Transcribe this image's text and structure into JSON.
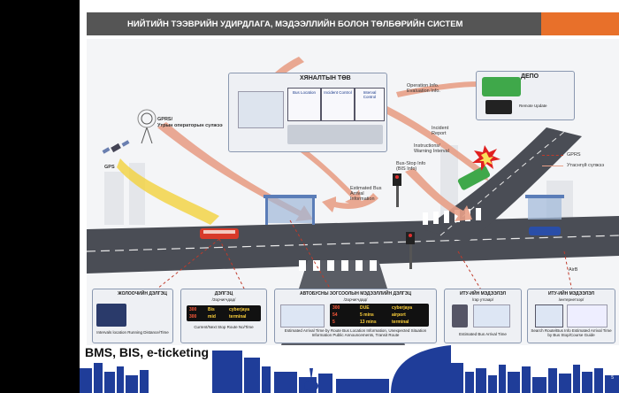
{
  "header": {
    "title": "НИЙТИЙН ТЭЭВРИЙН УДИРДЛАГА, МЭДЭЭЛЛИЙН БОЛОН ТӨЛБӨРИЙН СИСТЕМ"
  },
  "control_center": {
    "title": "ХЯНАЛТЫН ТӨВ",
    "screens": [
      "Bus Location",
      "Incident Control",
      "Interval Control"
    ]
  },
  "depot": {
    "title": "ДЕПО",
    "remote_update": "Remote Update"
  },
  "gprs": {
    "label": "GPRS/",
    "sublabel": "Утрын операторын сүлжээ",
    "gps": "GPS"
  },
  "legend": {
    "gprs": "GPRS",
    "network": "Утаснгүй сүлжээ"
  },
  "flows": {
    "operation_info": "Operation Info. Evaluation Info.",
    "incident_report": "Incident Report",
    "instructions": "Instructions/ Warning Interval",
    "bus_info": "Bus-Stop Info (BIS Info)",
    "estimated_arrival": "Estimated Bus Arrival Information",
    "via_label": "AirB"
  },
  "devices": [
    {
      "title": "ЖОЛООЧИЙН ДЭЛГЭЦ",
      "desc": "Intervals location Running Distance/Time"
    },
    {
      "title": "ДЭЛГЭЦ",
      "subtitle": "/Зорчигчдад/",
      "rows": [
        [
          "300",
          "Bis",
          "cyberjaya"
        ],
        [
          "300",
          "mid",
          "terminal"
        ]
      ],
      "desc": "Current/Next Stop Route No/Time"
    },
    {
      "title": "АВТОБУСНЫ ЗОГСООЛЫН МЭДЭЭЛЛИЙН ДЭЛГЭЦ",
      "subtitle": "/Зорчигчдад/",
      "rows": [
        [
          "300",
          "DUE",
          "cyberjaya"
        ],
        [
          "54",
          "5 mins",
          "airport"
        ],
        [
          "5",
          "13 mins",
          "terminal"
        ]
      ],
      "desc": "Estimated Arrival Time by Route Bus Location Information, Unexpected Situation Information Public Announcements, Transit Route"
    },
    {
      "title": "ИТУ-ИЙН МЭДЭЭЛЭЛ",
      "subtitle": "/гар утсаар/",
      "desc": "Estimated Bus Arrival Time"
    },
    {
      "title": "ИТУ-ИЙН МЭДЭЭЛЭЛ",
      "subtitle": "/интернетээр/",
      "desc": "Search Route/Bus Info Estimated Arrival Time by Bus Stop/Course Guide"
    }
  ],
  "footer": {
    "title": "BMS, BIS, e-ticketing",
    "page": "5"
  },
  "colors": {
    "header_bg": "#555555",
    "accent": "#e8702a",
    "arrow": "#e8a088",
    "road": "#4a4d55",
    "skyline": "#1f3d99"
  }
}
